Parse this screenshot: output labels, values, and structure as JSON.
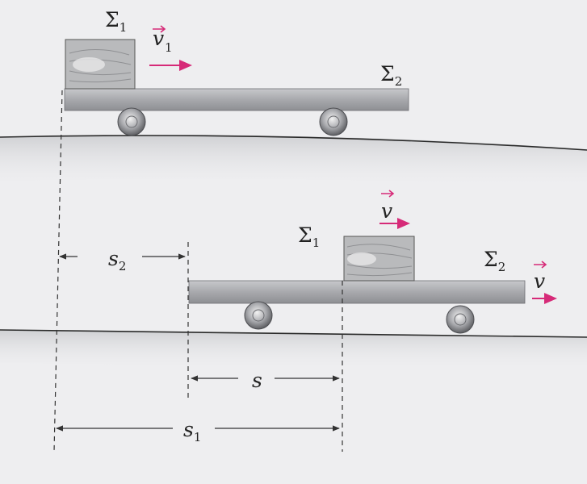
{
  "top_scene": {
    "block_symbol": "Σ",
    "block_subscript": "1",
    "velocity_symbol": "v",
    "velocity_subscript": "1",
    "plank_symbol": "Σ",
    "plank_subscript": "2"
  },
  "bottom_scene": {
    "block_symbol": "Σ",
    "block_subscript": "1",
    "block_velocity_symbol": "v",
    "plank_symbol": "Σ",
    "plank_subscript": "2",
    "plank_velocity_symbol": "v"
  },
  "dimensions": {
    "s2_symbol": "s",
    "s2_subscript": "2",
    "s_symbol": "s",
    "s1_symbol": "s",
    "s1_subscript": "1"
  },
  "colors": {
    "arrow": "#d62a78",
    "plank": "#a7a8ac",
    "block": "#b3b4b6",
    "ground": "#2a2a2a",
    "dash": "#333333"
  }
}
